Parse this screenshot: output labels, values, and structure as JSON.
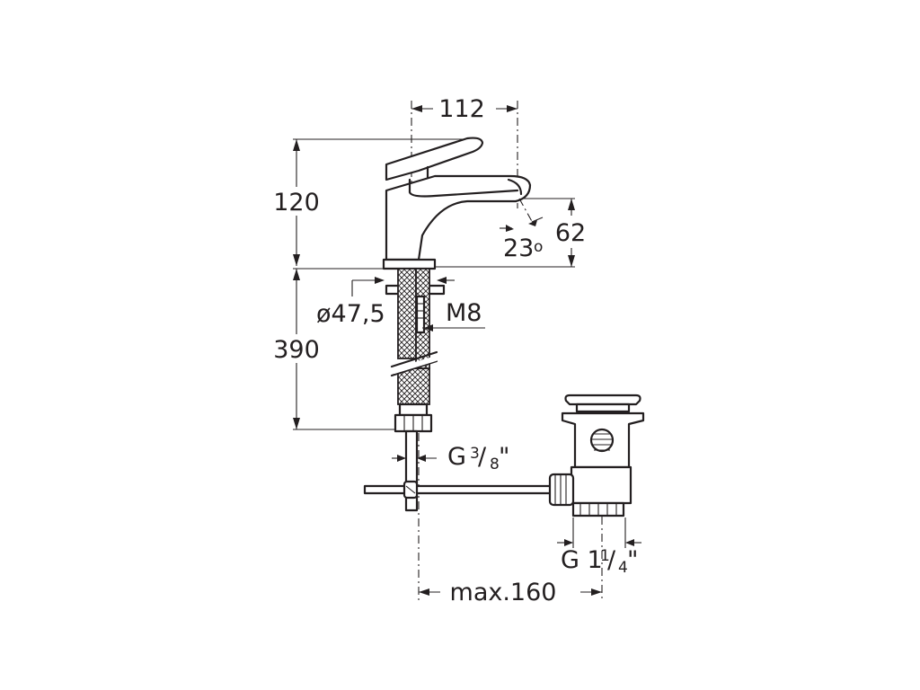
{
  "dimensions": {
    "width_top": "112",
    "height_faucet": "120",
    "spout_height": "62",
    "spout_angle": "23",
    "angle_unit": "o",
    "base_diameter": "ø47,5",
    "thread_rod": "M8",
    "hose_length": "390",
    "hose_thread_prefix": "G ",
    "hose_thread_num": "3",
    "hose_thread_sep": "/",
    "hose_thread_den": "8",
    "hose_thread_suffix": "\"",
    "waste_thread_prefix": "G 1",
    "waste_thread_num": "1",
    "waste_thread_sep": "/",
    "waste_thread_den": "4",
    "waste_thread_suffix": "\"",
    "max_distance": "max.160"
  },
  "colors": {
    "ink": "#231f20",
    "background": "#ffffff"
  }
}
